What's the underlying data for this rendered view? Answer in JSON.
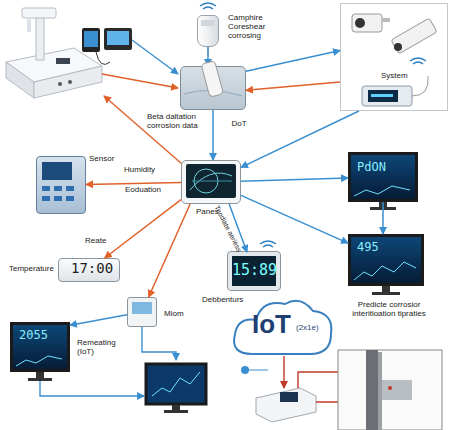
{
  "diagram": {
    "nodes": [
      {
        "text": [
          "Camphire Coreshear corrosing"
        ]
      },
      {
        "text": [
          "System"
        ]
      },
      {
        "text": [
          "Beta daltation corrosion data"
        ]
      },
      {
        "text": [
          "Sensor"
        ]
      },
      {
        "text": [
          "Panes"
        ]
      },
      {
        "text": [
          "PdON"
        ]
      },
      {
        "text": [
          "Reate",
          "Temperature",
          "17:00"
        ]
      },
      {
        "text": [
          "Debbenturs",
          "15:89"
        ]
      },
      {
        "text": [
          "495",
          "Predicte corrosior interitioation tipraties"
        ]
      },
      {
        "text": [
          "Miom"
        ]
      },
      {
        "text": [
          "2055",
          "Remeating (IoT)"
        ]
      },
      {
        "text": [
          "IoT",
          "(2x1e)"
        ]
      }
    ],
    "edges": [
      {
        "from": 0,
        "to": 2,
        "arrow": "to"
      },
      {
        "from": 2,
        "to": 1,
        "arrow": "to"
      },
      {
        "from": 1,
        "to": 2,
        "arrow": "to"
      },
      {
        "from": 2,
        "to": 4,
        "label": "DoT",
        "arrow": "to"
      },
      {
        "from": 4,
        "to": 3,
        "label": "Eoduation",
        "arrow": "to"
      },
      {
        "from": 1,
        "to": 4,
        "arrow": "to"
      },
      {
        "from": 4,
        "to": 5,
        "arrow": "to"
      },
      {
        "from": 4,
        "to": 8,
        "arrow": "to"
      },
      {
        "from": 5,
        "to": 8,
        "arrow": "to"
      },
      {
        "from": 4,
        "to": 6,
        "arrow": "to"
      },
      {
        "from": 4,
        "to": 7,
        "label": "Teodiate aeriess",
        "arrow": "to"
      },
      {
        "from": 4,
        "to": 9,
        "arrow": "to"
      },
      {
        "from": 9,
        "to": 10,
        "arrow": "to"
      }
    ],
    "labels": [
      "Humidity"
    ]
  }
}
